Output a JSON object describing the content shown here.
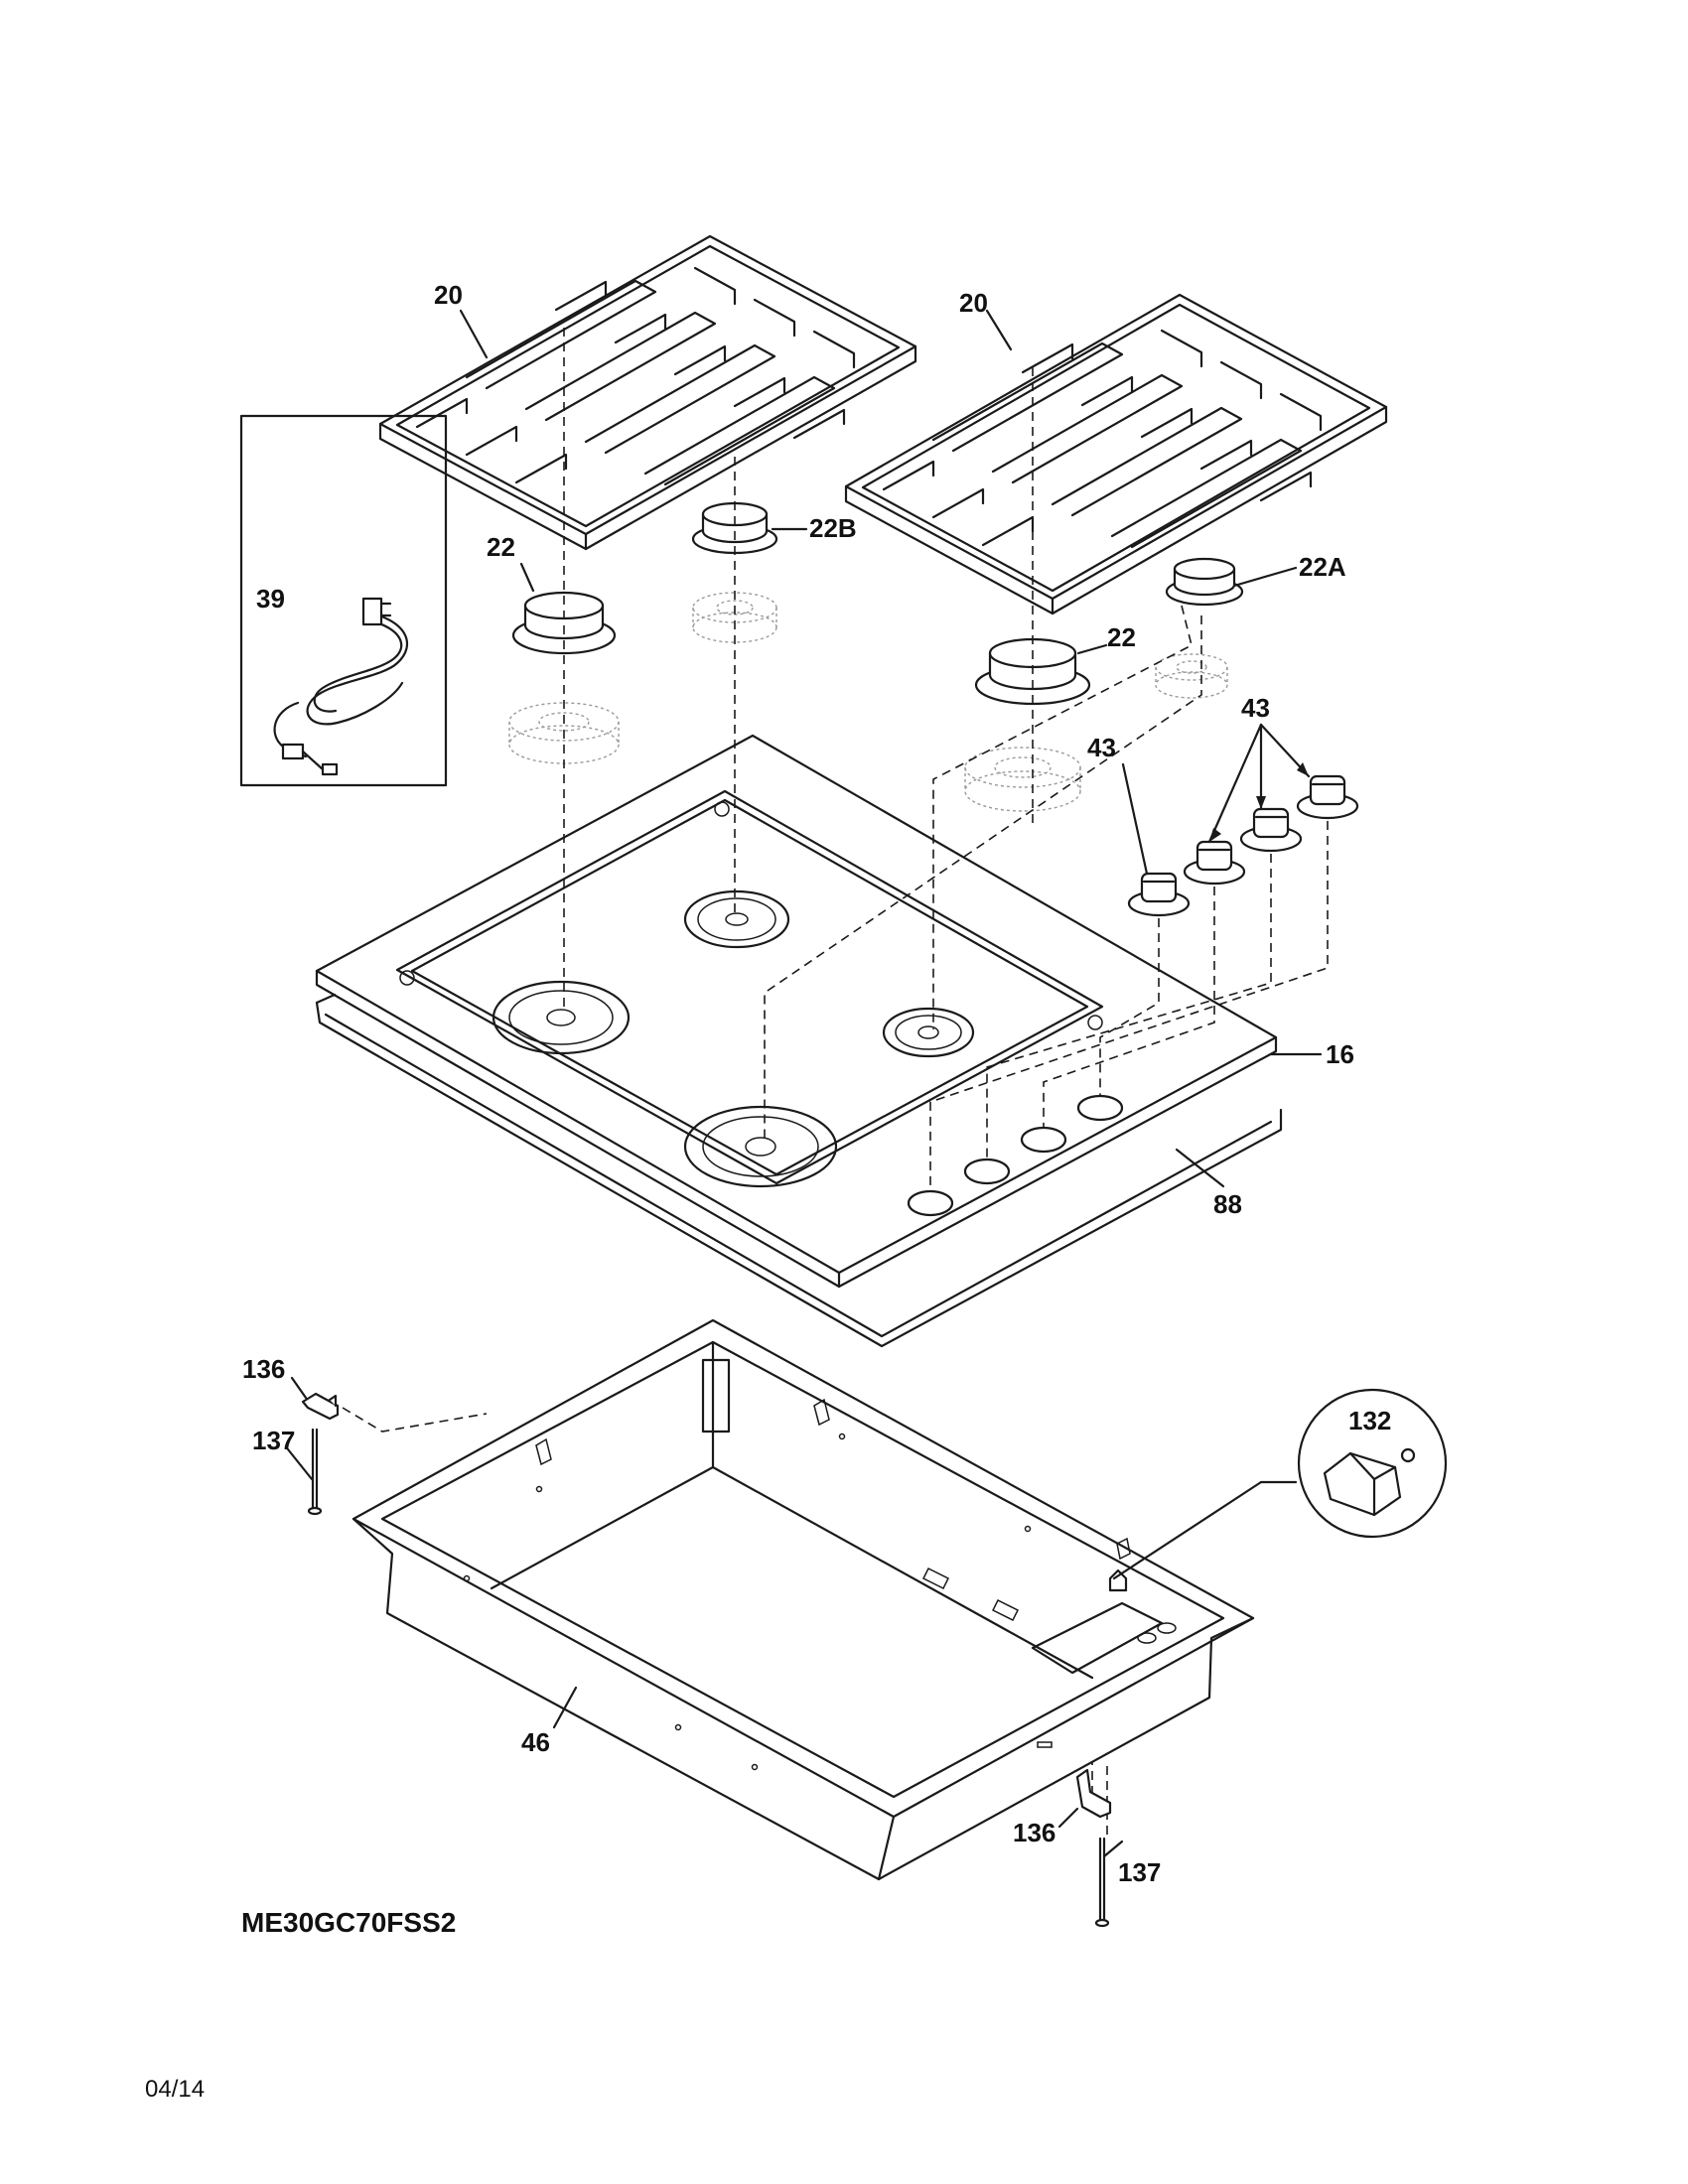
{
  "model": "ME30GC70FSS2",
  "date": "04/14",
  "callouts": {
    "grate_left": "20",
    "grate_right": "20",
    "cap_left": "22",
    "cap_center": "22B",
    "cap_right_large": "22",
    "cap_right_small": "22A",
    "power_cord": "39",
    "knob_single": "43",
    "knob_group": "43",
    "cooktop": "16",
    "gasket": "88",
    "bracket_left": "136",
    "screw_left": "137",
    "clip_detail": "132",
    "burner_box": "46",
    "bracket_right": "136",
    "screw_right": "137"
  }
}
